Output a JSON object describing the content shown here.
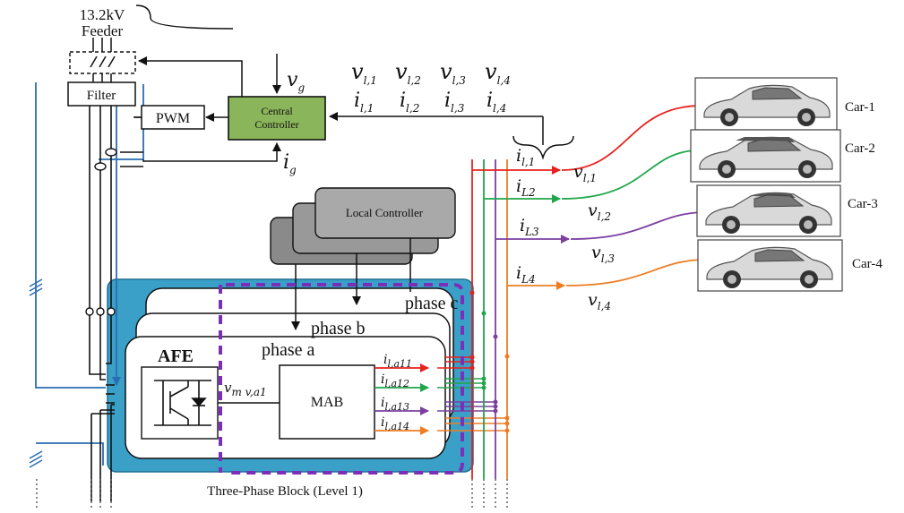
{
  "feeder": {
    "line1": "13.2kV",
    "line2": "Feeder"
  },
  "filter_label": "Filter",
  "pwm_label": "PWM",
  "central_controller": {
    "line1": "Central",
    "line2": "Controller"
  },
  "vg": {
    "main": "v",
    "sub": "g"
  },
  "ig": {
    "main": "i",
    "sub": "g"
  },
  "vl_row": [
    {
      "main": "v",
      "sub": "l,1"
    },
    {
      "main": "v",
      "sub": "l,2"
    },
    {
      "main": "v",
      "sub": "l,3"
    },
    {
      "main": "v",
      "sub": "l,4"
    }
  ],
  "il_row": [
    {
      "main": "i",
      "sub": "l,1"
    },
    {
      "main": "i",
      "sub": "l,2"
    },
    {
      "main": "i",
      "sub": "l,3"
    },
    {
      "main": "i",
      "sub": "l,4"
    }
  ],
  "local_controller_label": "Local Controller",
  "phases": {
    "c": "phase c",
    "b": "phase b",
    "a": "phase a"
  },
  "afe_label": "AFE",
  "mab_label": "MAB",
  "vmv": {
    "main": "v",
    "sub": "m v,a1"
  },
  "ila": [
    {
      "main": "i",
      "sub": "l,a11"
    },
    {
      "main": "i",
      "sub": "l,a12"
    },
    {
      "main": "i",
      "sub": "l,a13"
    },
    {
      "main": "i",
      "sub": "l,a14"
    }
  ],
  "outputs": [
    {
      "i_main": "i",
      "i_sub": "l,1",
      "v_main": "v",
      "v_sub": "l,1",
      "car": "Car-1",
      "color": "#e8211c"
    },
    {
      "i_main": "i",
      "i_sub": "L2",
      "v_main": "v",
      "v_sub": "l,2",
      "car": "Car-2",
      "color": "#1fa64a"
    },
    {
      "i_main": "i",
      "i_sub": "L3",
      "v_main": "v",
      "v_sub": "l,3",
      "car": "Car-3",
      "color": "#7b3fa0"
    },
    {
      "i_main": "i",
      "i_sub": "L4",
      "v_main": "v",
      "v_sub": "l,4",
      "car": "Car-4",
      "color": "#ee7d22"
    }
  ],
  "block_caption": "Three-Phase Block (Level 1)",
  "colors": {
    "grid_blue": "#2a6db2",
    "block_fill": "#3aa0c8",
    "dash_purple": "#7a2fb8",
    "controller_fill": "#8bb55a",
    "local_fill": "#9a9a9a"
  }
}
